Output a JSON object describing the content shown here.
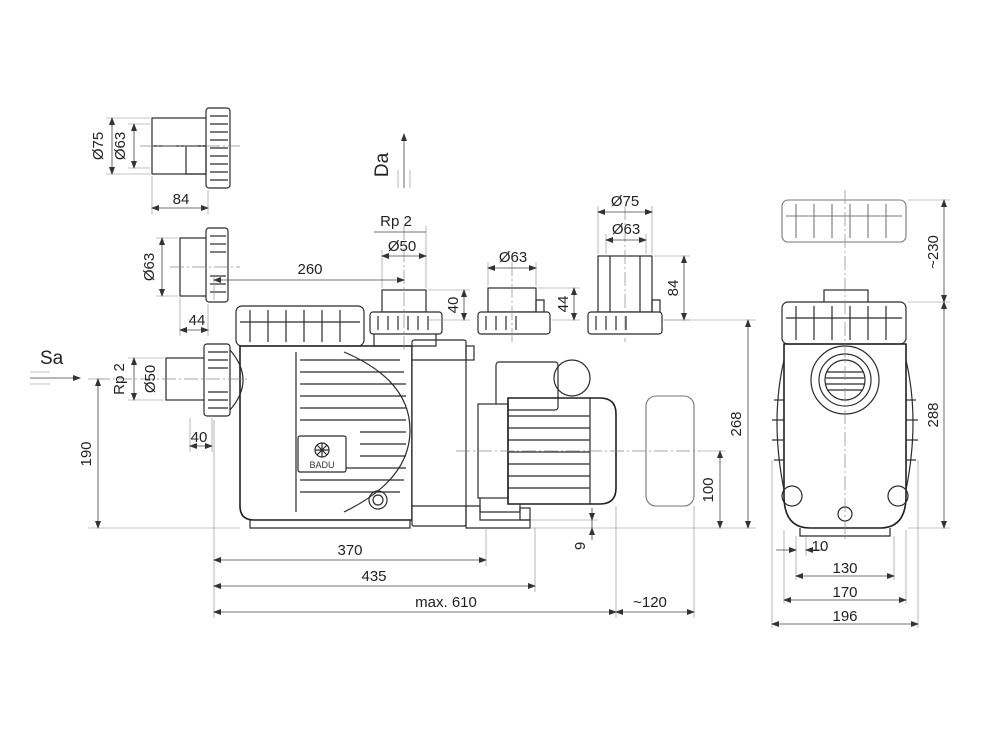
{
  "flow": {
    "suction_label": "Sa",
    "discharge_label": "Da"
  },
  "brand": {
    "logo_text": "BADU"
  },
  "dimensions": {
    "top_fitting_outer": "Ø75",
    "top_fitting_inner": "Ø63",
    "top_fitting_length": "84",
    "mid_fitting_dia": "Ø63",
    "mid_fitting_length": "44",
    "inlet_thread": "Rp 2",
    "inlet_dia": "Ø50",
    "inlet_length": "40",
    "inlet_height": "190",
    "span_260": "260",
    "outlet_thread": "Rp 2",
    "outlet_dia": "Ø50",
    "outlet_height": "40",
    "fitting2_dia": "Ø63",
    "fitting2_height": "44",
    "fitting3_outer": "Ø75",
    "fitting3_inner": "Ø63",
    "fitting3_height": "84",
    "overall_height": "268",
    "motor_axis_height": "100",
    "foot_height": "9",
    "length_370": "370",
    "length_435": "435",
    "length_max": "max. 610",
    "motor_removal": "~120",
    "lid_removal": "~230",
    "side_height": "288",
    "width_10": "10",
    "width_130": "130",
    "width_170": "170",
    "width_196": "196"
  }
}
